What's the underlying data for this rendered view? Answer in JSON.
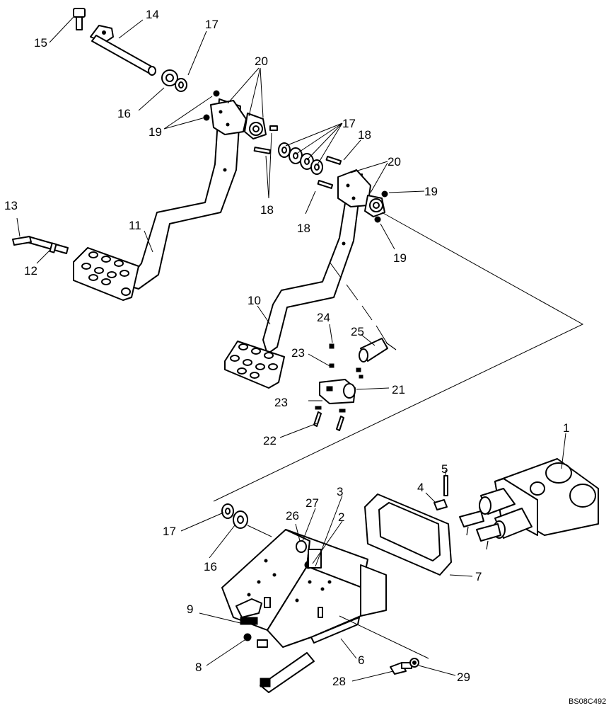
{
  "drawing_ref": "BS08C492",
  "callouts": [
    {
      "id": "c14",
      "text": "14"
    },
    {
      "id": "c15",
      "text": "15"
    },
    {
      "id": "c17a",
      "text": "17"
    },
    {
      "id": "c20a",
      "text": "20"
    },
    {
      "id": "c16a",
      "text": "16"
    },
    {
      "id": "c19a",
      "text": "19"
    },
    {
      "id": "c17b",
      "text": "17"
    },
    {
      "id": "c18a",
      "text": "18"
    },
    {
      "id": "c20b",
      "text": "20"
    },
    {
      "id": "c19b",
      "text": "19"
    },
    {
      "id": "c18b",
      "text": "18"
    },
    {
      "id": "c18c",
      "text": "18"
    },
    {
      "id": "c19c",
      "text": "19"
    },
    {
      "id": "c13",
      "text": "13"
    },
    {
      "id": "c11",
      "text": "11"
    },
    {
      "id": "c12",
      "text": "12"
    },
    {
      "id": "c10",
      "text": "10"
    },
    {
      "id": "c24",
      "text": "24"
    },
    {
      "id": "c25",
      "text": "25"
    },
    {
      "id": "c23a",
      "text": "23"
    },
    {
      "id": "c21",
      "text": "21"
    },
    {
      "id": "c23b",
      "text": "23"
    },
    {
      "id": "c22",
      "text": "22"
    },
    {
      "id": "c1",
      "text": "1"
    },
    {
      "id": "c5",
      "text": "5"
    },
    {
      "id": "c4",
      "text": "4"
    },
    {
      "id": "c3",
      "text": "3"
    },
    {
      "id": "c27",
      "text": "27"
    },
    {
      "id": "c26",
      "text": "26"
    },
    {
      "id": "c2",
      "text": "2"
    },
    {
      "id": "c17c",
      "text": "17"
    },
    {
      "id": "c16b",
      "text": "16"
    },
    {
      "id": "c7",
      "text": "7"
    },
    {
      "id": "c9",
      "text": "9"
    },
    {
      "id": "c8",
      "text": "8"
    },
    {
      "id": "c6",
      "text": "6"
    },
    {
      "id": "c28",
      "text": "28"
    },
    {
      "id": "c29",
      "text": "29"
    }
  ]
}
